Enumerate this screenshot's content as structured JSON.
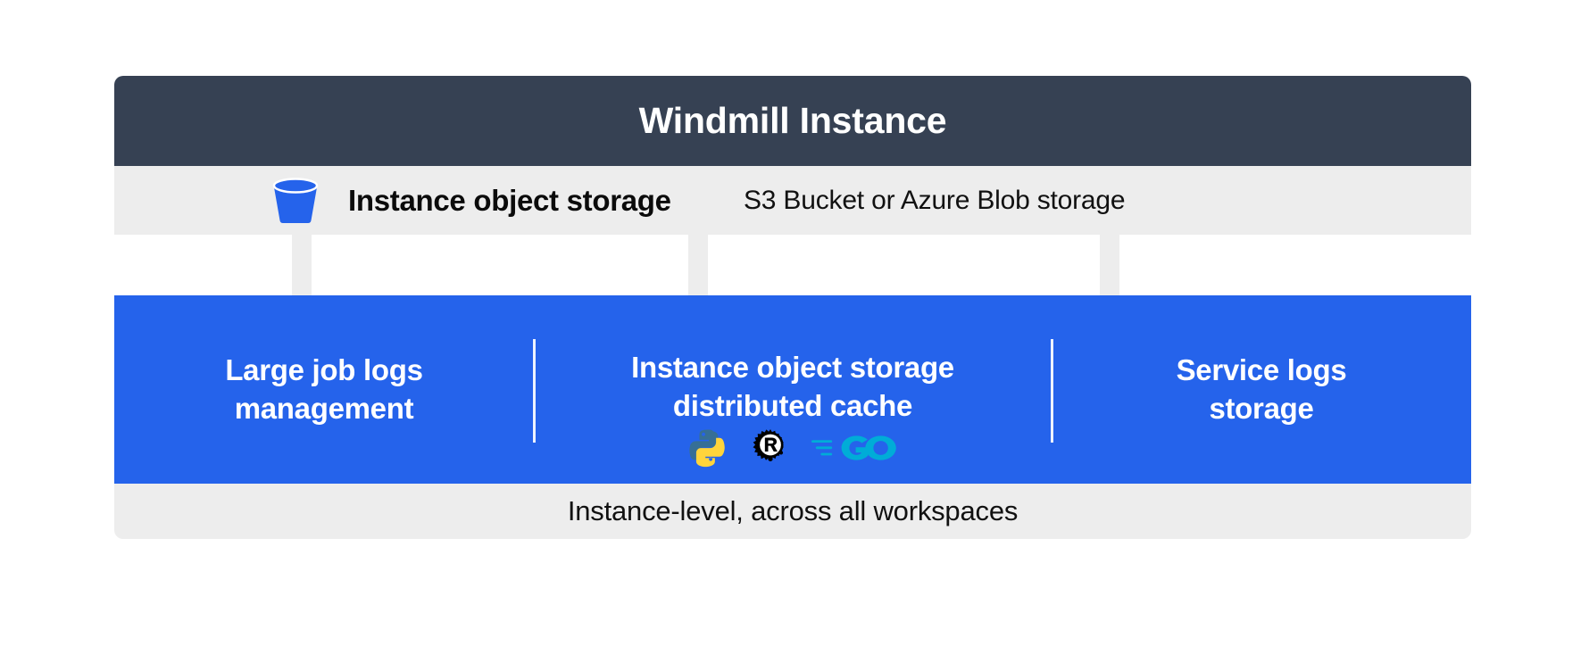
{
  "header": {
    "title": "Windmill Instance",
    "background_color": "#364153",
    "text_color": "#ffffff"
  },
  "storage_row": {
    "icon": "bucket-icon",
    "label": "Instance object storage",
    "sublabel": "S3 Bucket or Azure Blob storage",
    "background_color": "#ededed"
  },
  "connectors": {
    "count": 3,
    "color": "#ededed",
    "direction": "down"
  },
  "blue_panel": {
    "background_color": "#2563eb",
    "columns": [
      {
        "title": "Large job logs\nmanagement"
      },
      {
        "title": "Instance object storage\ndistributed cache"
      },
      {
        "title": "Service logs\nstorage"
      }
    ],
    "logos": [
      {
        "name": "python-logo",
        "label": "Python",
        "colors": [
          "#366f96",
          "#ffd43b"
        ]
      },
      {
        "name": "rust-logo",
        "label": "Rust",
        "colors": [
          "#000000"
        ]
      },
      {
        "name": "go-logo",
        "label": "Go",
        "colors": [
          "#00acd7"
        ]
      }
    ]
  },
  "footer": {
    "text": "Instance-level, across all workspaces",
    "background_color": "#ededed"
  }
}
